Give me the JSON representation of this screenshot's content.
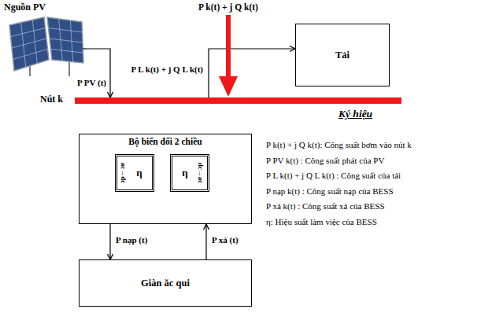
{
  "diagram": {
    "nodes": [
      {
        "text": [
          "Nguồn PV"
        ]
      },
      {
        "text": [
          "Tải"
        ]
      },
      {
        "text": [
          "Nút k"
        ]
      },
      {
        "text": [
          "Bộ biến đổi 2 chiều"
        ]
      },
      {
        "text": [
          "η",
          "ac→dc"
        ],
        "in": 3
      },
      {
        "text": [
          "η",
          "dc→ac"
        ],
        "in": 3
      },
      {
        "text": [
          "Giàn ăc qui"
        ]
      }
    ],
    "edges": [
      {
        "from": 0,
        "to": 2,
        "arrow": "to",
        "label": "P PV (t)"
      },
      {
        "from": 2,
        "to": 1,
        "arrow": "to",
        "label": "P L k(t) + j Q L k(t)"
      },
      {
        "from": 3,
        "to": 6,
        "arrow": "to",
        "label": "P nạp (t)"
      },
      {
        "from": 6,
        "to": 3,
        "arrow": "to",
        "label": "P xả (t)"
      }
    ],
    "labels": [
      "P k(t) + j Q k(t)",
      "Ký hiệu",
      "P k(t) + j Q k(t): Công suất bơm vào nút k",
      "P PV k(t) : Công suất phát của PV",
      "P L k(t) + j Q L k(t) : Công suất của tải",
      "P nạp k(t) : Công suất nạp của BESS",
      "P xả k(t) : Công suất xả của BESS",
      "η: Hiệu suất làm việc của BESS"
    ]
  }
}
